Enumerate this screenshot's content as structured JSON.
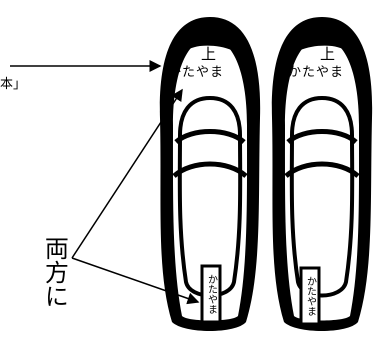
{
  "label_left_fragment": "本」",
  "label_both": "両方に",
  "left_shoe": {
    "top_mark": "上",
    "top_name": "かたやま",
    "heel_name": "かたやま"
  },
  "right_shoe": {
    "top_mark": "上",
    "top_name": "かたやま",
    "heel_name": "かたやま"
  },
  "colors": {
    "ink": "#000000",
    "background": "#ffffff"
  }
}
